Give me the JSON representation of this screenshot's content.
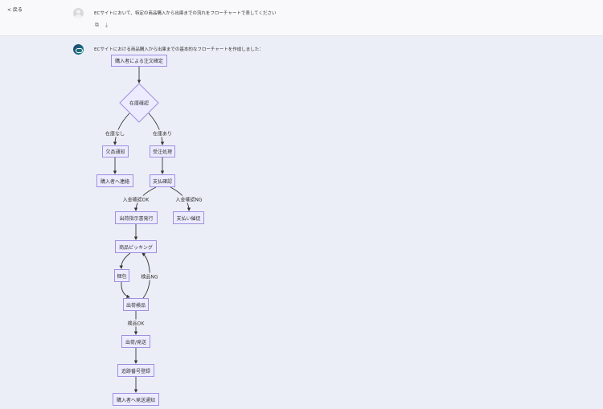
{
  "header": {
    "back_label": "< 戻る"
  },
  "user_message": {
    "text": "ECサイトにおいて、特定の商品購入から出庫までの流れをフローチャートで表してください",
    "actions": [
      "copy-icon",
      "download-icon"
    ]
  },
  "assistant_message": {
    "text": "ECサイトにおける商品購入から出庫までの基本的なフローチャートを作成しました："
  },
  "flowchart": {
    "nodes": {
      "order": "購入者による注文確定",
      "stock": "在庫確認",
      "shortage": "欠品通知",
      "contact": "購入者へ連絡",
      "accept": "受注処理",
      "payment": "支払確認",
      "instruction": "出荷指示書発行",
      "reminder": "支払い催促",
      "picking": "商品ピッキング",
      "packing": "梱包",
      "inspection": "出荷検品",
      "ship": "出荷/発送",
      "tracking": "追跡番号登録",
      "notify": "購入者へ発送通知"
    },
    "edge_labels": {
      "no_stock": "在庫なし",
      "in_stock": "在庫あり",
      "paid_ok": "入金確認OK",
      "paid_ng": "入金確認NG",
      "inspect_ng": "検品NG",
      "inspect_ok": "検品OK"
    }
  }
}
